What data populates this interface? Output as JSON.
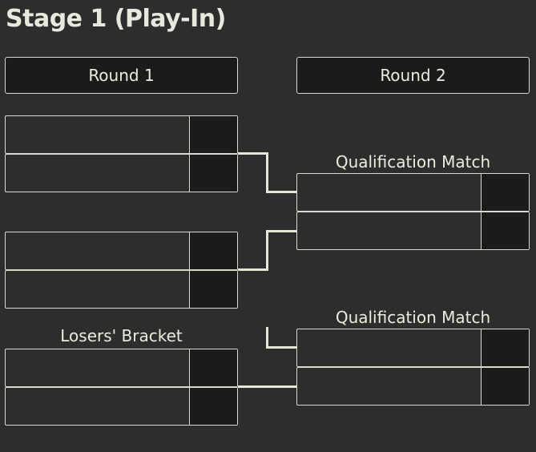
{
  "stage_title": "Stage 1 (Play-In)",
  "rounds": [
    {
      "label": "Round 1"
    },
    {
      "label": "Round 2"
    }
  ],
  "labels": {
    "losers_bracket": "Losers' Bracket",
    "qualification_match_1": "Qualification Match",
    "qualification_match_2": "Qualification Match"
  },
  "round1_matches": [
    {
      "team_a": "",
      "score_a": "",
      "team_b": "",
      "score_b": ""
    },
    {
      "team_a": "",
      "score_a": "",
      "team_b": "",
      "score_b": ""
    },
    {
      "team_a": "",
      "score_a": "",
      "team_b": "",
      "score_b": ""
    }
  ],
  "round2_matches": [
    {
      "team_a": "",
      "score_a": "",
      "team_b": "",
      "score_b": ""
    },
    {
      "team_a": "",
      "score_a": "",
      "team_b": "",
      "score_b": ""
    }
  ],
  "colors": {
    "background": "#2d2d2d",
    "score_cell": "#1b1b1b",
    "border": "#d9d9ce",
    "connector": "#e6e6d8",
    "text": "#e6e6dc"
  }
}
